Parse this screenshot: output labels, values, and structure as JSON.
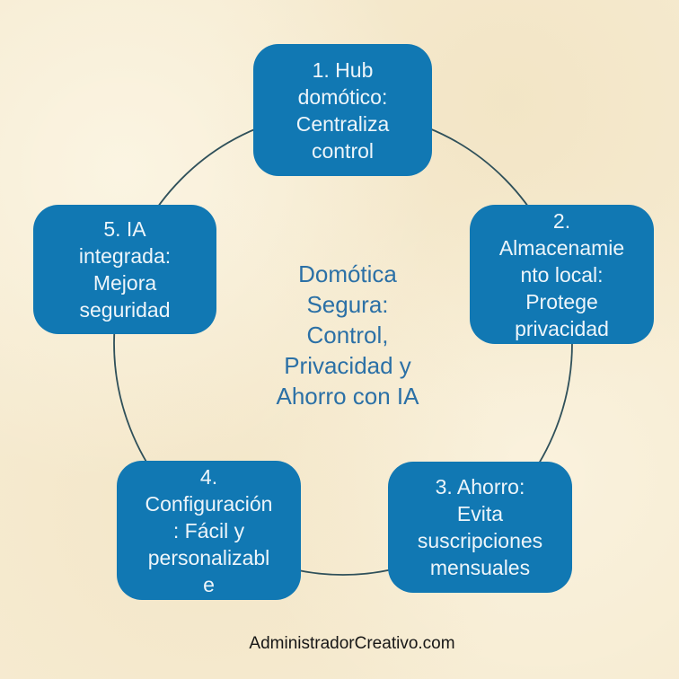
{
  "canvas": {
    "background_color": "#f6ebd1"
  },
  "diagram": {
    "type": "cycle",
    "circle": {
      "stroke": "#2f505a"
    },
    "node_style": {
      "fill": "#1178b3",
      "text_color": "#edf5fa"
    },
    "center": {
      "label": "Domótica Segura: Control, Privacidad y Ahorro con IA",
      "color": "#2b70a6",
      "lines": [
        "Domótica",
        "Segura:",
        "Control,",
        "Privacidad y",
        "Ahorro con IA"
      ]
    },
    "nodes": [
      {
        "label": "1. Hub domótico: Centraliza control",
        "lines": [
          "1. Hub",
          "domótico:",
          "Centraliza",
          "control"
        ]
      },
      {
        "label": "2. Almacenamiento local: Protege privacidad",
        "lines": [
          "2.",
          "Almacenamie",
          "nto local:",
          "Protege",
          "privacidad"
        ]
      },
      {
        "label": "3. Ahorro: Evita suscripciones mensuales",
        "lines": [
          "3. Ahorro:",
          "Evita",
          "suscripciones",
          "mensuales"
        ]
      },
      {
        "label": "4. Configuración: Fácil y personalizable",
        "lines": [
          "4.",
          "Configuración",
          ": Fácil y",
          "personalizabl",
          "e"
        ]
      },
      {
        "label": "5. IA integrada: Mejora seguridad",
        "lines": [
          "5. IA",
          "integrada:",
          "Mejora",
          "seguridad"
        ]
      }
    ]
  },
  "footer": {
    "text": "AdministradorCreativo.com",
    "color": "#161616"
  }
}
